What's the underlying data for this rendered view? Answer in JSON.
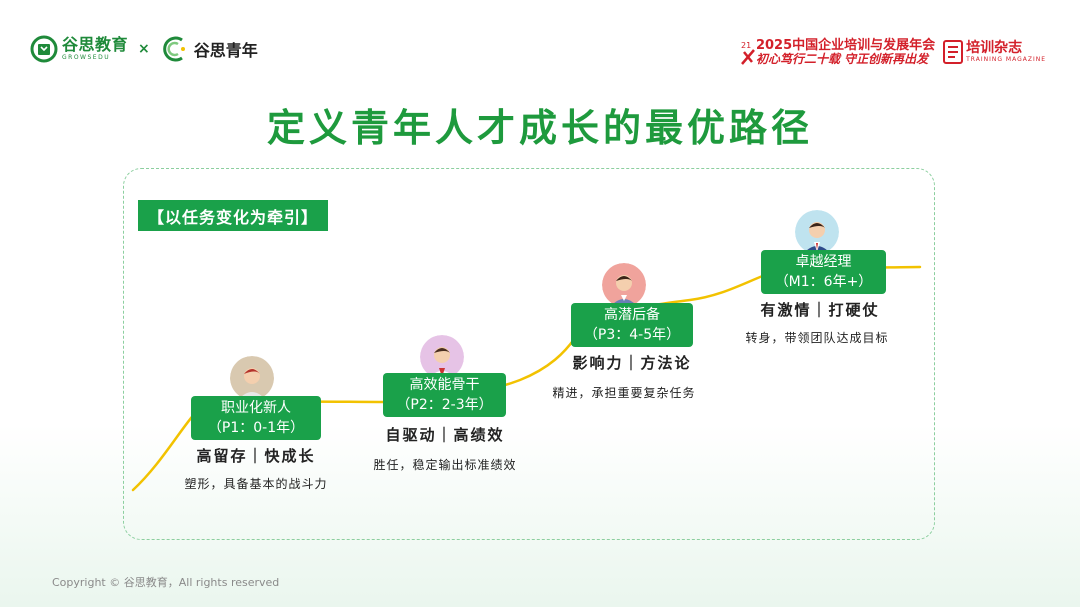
{
  "header": {
    "logo_left_cn": "谷思教育",
    "logo_left_en": "GROWSEDU",
    "separator": "×",
    "logo_partner": "谷思青年",
    "conference_title": "2025中国企业培训与发展年会",
    "conference_slogan": "初心笃行二十载 守正创新再出发",
    "magazine_cn": "培训杂志",
    "magazine_en": "TRAINING MAGAZINE",
    "accent_color": "#1aa14a",
    "brand_red": "#d3202a"
  },
  "title": "定义青年人才成长的最优路径",
  "tag": "【以任务变化为牵引】",
  "stages": [
    {
      "line1": "职业化新人",
      "line2": "（P1：0-1年）",
      "traits": "高留存｜快成长",
      "desc": "塑形，具备基本的战斗力",
      "avatar_bg": "#d9c9b0",
      "shirt": "#e8e8e8"
    },
    {
      "line1": "高效能骨干",
      "line2": "（P2：2-3年）",
      "traits": "自驱动｜高绩效",
      "desc": "胜任，稳定输出标准绩效",
      "avatar_bg": "#e6c3e6",
      "shirt": "#ffffff"
    },
    {
      "line1": "高潜后备",
      "line2": "（P3：4-5年）",
      "traits": "影响力｜方法论",
      "desc": "精进，承担重要复杂任务",
      "avatar_bg": "#f0a39c",
      "shirt": "#6a7fb5"
    },
    {
      "line1": "卓越经理",
      "line2": "（M1：6年+）",
      "traits": "有激情｜打硬仗",
      "desc": "转身，带领团队达成目标",
      "avatar_bg": "#bfe3ef",
      "shirt": "#2e4b8a"
    }
  ],
  "footer": "Copyright © 谷思教育，All rights reserved"
}
